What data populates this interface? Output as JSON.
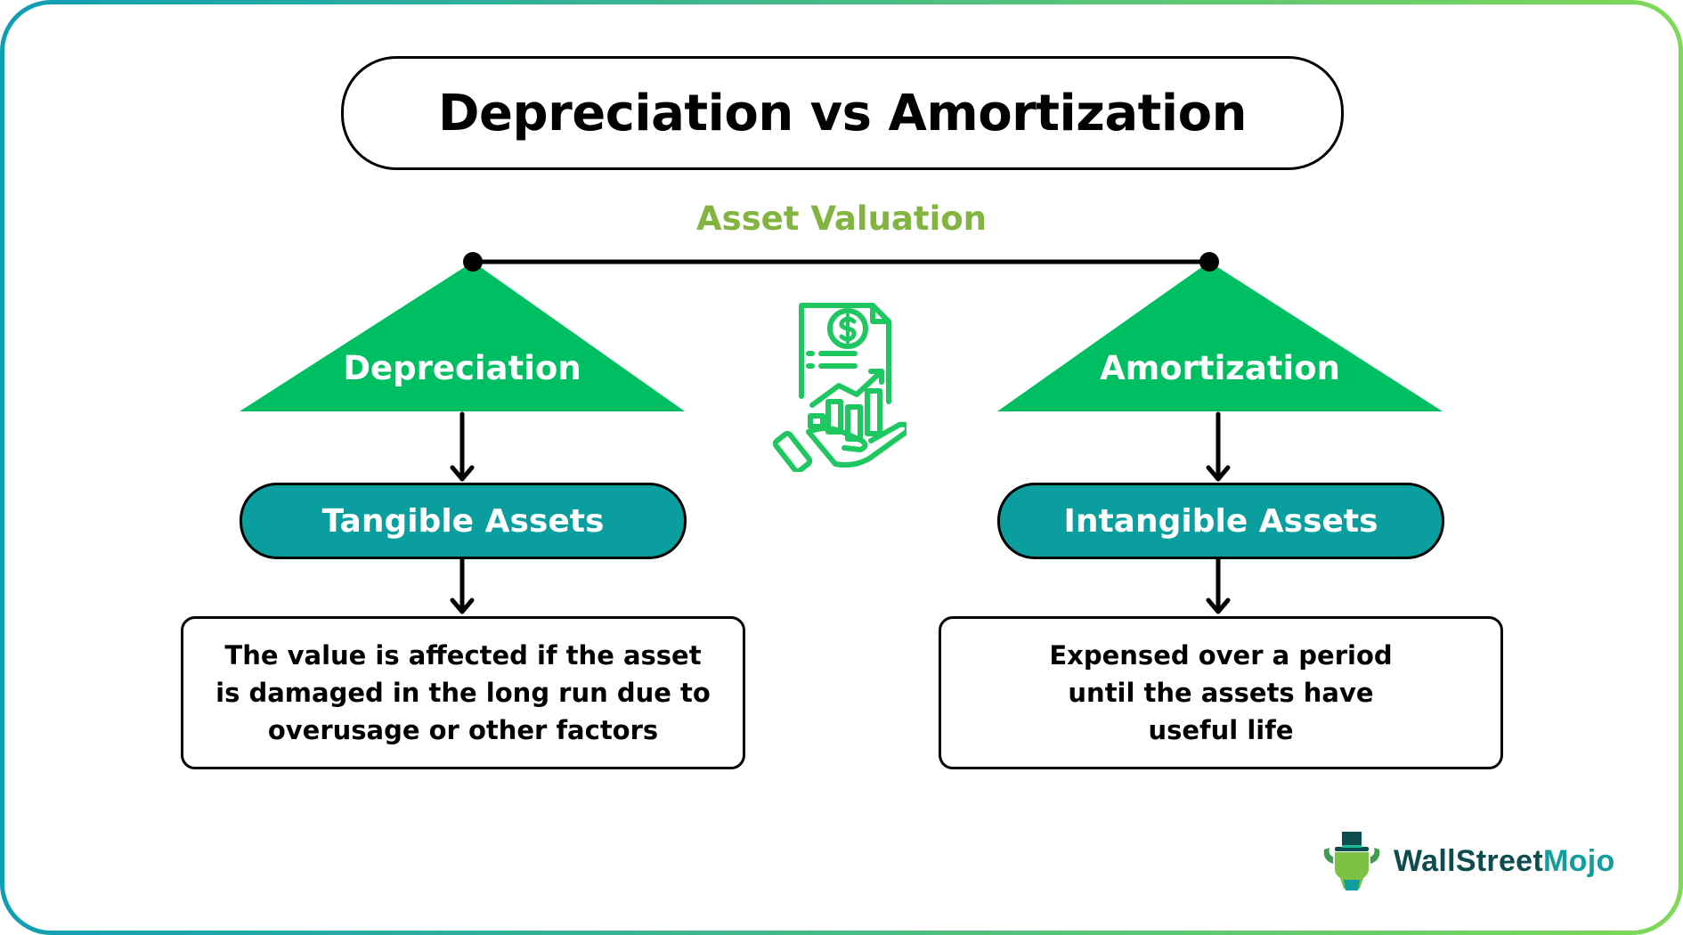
{
  "title": "Depreciation vs Amortization",
  "root_label": "Asset Valuation",
  "branches": [
    {
      "category": "Depreciation",
      "asset_type": "Tangible Assets",
      "description": "The value is affected if the asset is damaged in the long run due to overusage or other factors"
    },
    {
      "category": "Amortization",
      "asset_type": "Intangible Assets",
      "description": "Expensed over a period until the assets have useful life"
    }
  ],
  "center_icon": "financial-report-hand-icon",
  "brand": {
    "name_part1": "WallStreet",
    "name_part2": "Mojo",
    "logo_icon": "bull-with-top-hat-icon"
  },
  "colors": {
    "triangle_green": "#00BF63",
    "pill_teal": "#0A9E9E",
    "root_label_green": "#82B440",
    "icon_green": "#1EC760",
    "border_gradient_start": "#109EB5",
    "border_gradient_end": "#7ED957",
    "brand_dark": "#0E4D4F",
    "brand_teal": "#109E9E"
  }
}
